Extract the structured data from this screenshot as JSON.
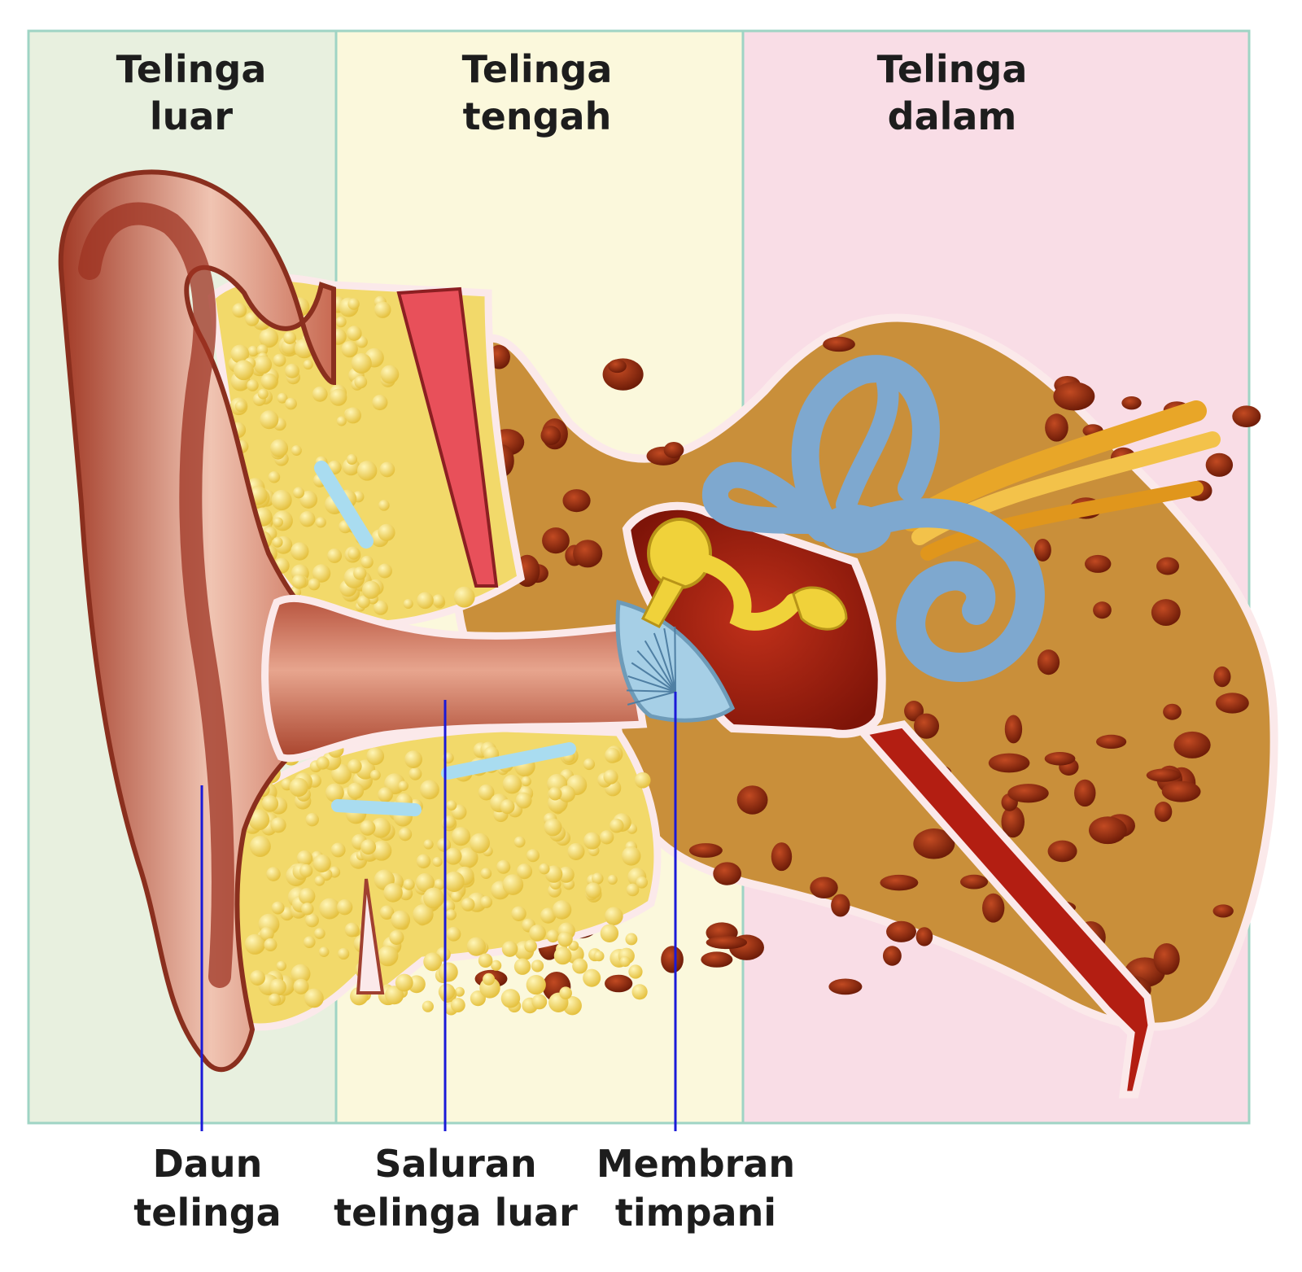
{
  "regions": [
    {
      "line1": "Telinga",
      "line2": "luar",
      "fill": "#e8f0df"
    },
    {
      "line1": "Telinga",
      "line2": "tengah",
      "fill": "#fbf8dc"
    },
    {
      "line1": "Telinga",
      "line2": "dalam",
      "fill": "#f9dde6"
    }
  ],
  "callouts": [
    {
      "line1": "Daun",
      "line2": "telinga"
    },
    {
      "line1": "Saluran",
      "line2": "telinga luar"
    },
    {
      "line1": "Membran",
      "line2": "timpani"
    }
  ],
  "colors": {
    "leader_line": "#1a1ad8",
    "panel_border": "#9fd4c4",
    "skin": "#d98a70",
    "skin_dark": "#9a3020",
    "fat": "#f2d96a",
    "bone": "#c98f3a",
    "bone_hole": "#8a2a0c",
    "labyrinth": "#7ea8cf",
    "ossicle": "#f0d23a",
    "nerve": "#e8a628"
  }
}
